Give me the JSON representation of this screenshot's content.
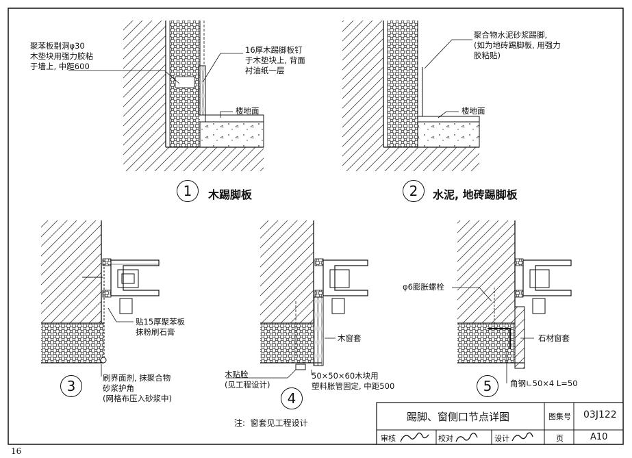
{
  "details": [
    {
      "number": "1",
      "caption": "木踢脚板",
      "labels": {
        "a": "聚苯板剔洞φ30\n木垫块用强力胶粘\n于墙上, 中距600",
        "b": "16厚木踢脚板钉\n于木垫块上, 背面\n衬油纸一层",
        "c": "楼地面"
      }
    },
    {
      "number": "2",
      "caption": "水泥, 地砖踢脚板",
      "labels": {
        "a": "聚合物水泥砂浆踢脚,\n(如为地砖踢脚板, 用强力\n胶粘贴)",
        "b": "楼地面"
      }
    },
    {
      "number": "3",
      "labels": {
        "a": "贴15厚聚苯板\n抹粉刷石膏",
        "b": "刷界面剂, 抹聚合物\n砂浆护角\n(网格布压入砂浆中)"
      }
    },
    {
      "number": "4",
      "labels": {
        "a": "木窗套",
        "b": "木贴脸\n(见工程设计)",
        "c": "50×50×60木块用\n塑料胀管固定, 中距500"
      }
    },
    {
      "number": "5",
      "labels": {
        "a": "φ6膨胀螺栓",
        "b": "石材窗套",
        "c": "角钢∟50×4 L=50"
      }
    }
  ],
  "note": "注:  窗套见工程设计",
  "title_block": {
    "title": "踢脚、窗侧口节点详图",
    "atlas_label": "图集号",
    "atlas_no": "03J122",
    "review_label": "审核",
    "check_label": "校对",
    "design_label": "设计",
    "page_label": "页",
    "page_no": "A10"
  },
  "page_number": "16"
}
